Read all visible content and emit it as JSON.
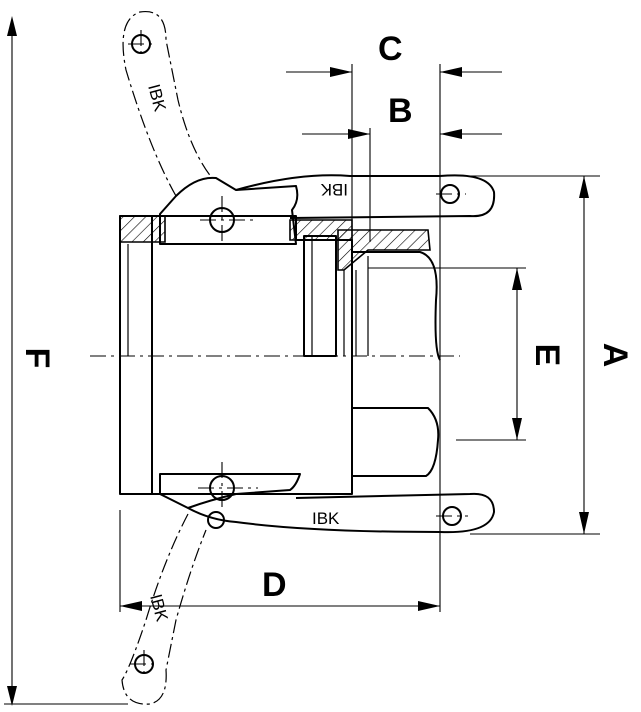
{
  "dimensions": {
    "A": "A",
    "B": "B",
    "C": "C",
    "D": "D",
    "E": "E",
    "F": "F"
  },
  "brand_marks": {
    "top_handle": "IBK",
    "top_lever": "IBK",
    "bottom_lever": "IBK",
    "bottom_handle": "IBK"
  }
}
